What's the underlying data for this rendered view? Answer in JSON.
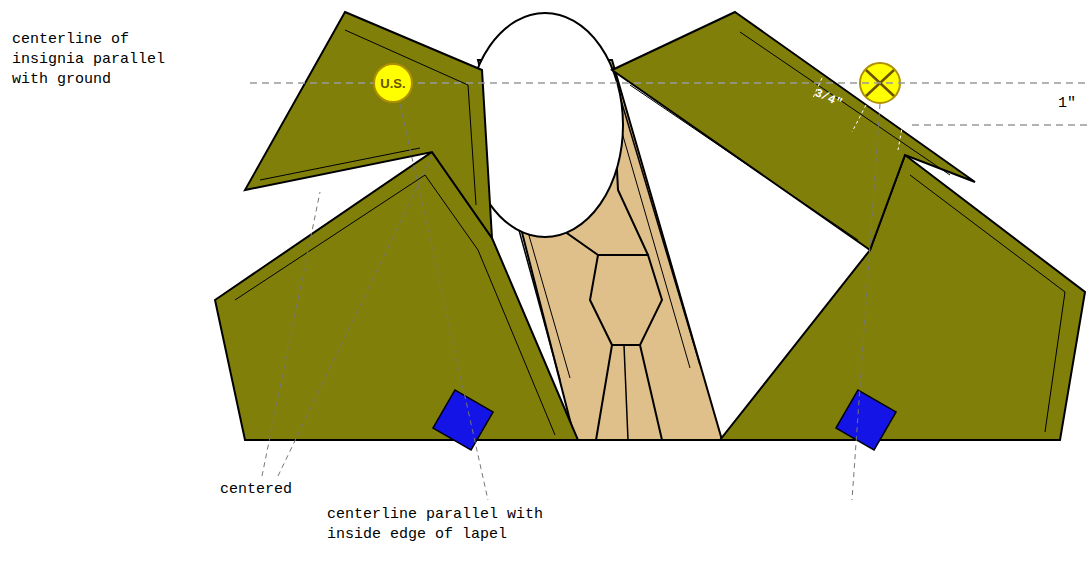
{
  "diagram": {
    "nodes": [
      {
        "text": [
          "U.S."
        ]
      }
    ],
    "labels": [
      "centerline of insignia parallel with ground",
      "1\"",
      "3/4\"",
      "centered",
      "centerline parallel with inside edge of lapel"
    ]
  }
}
